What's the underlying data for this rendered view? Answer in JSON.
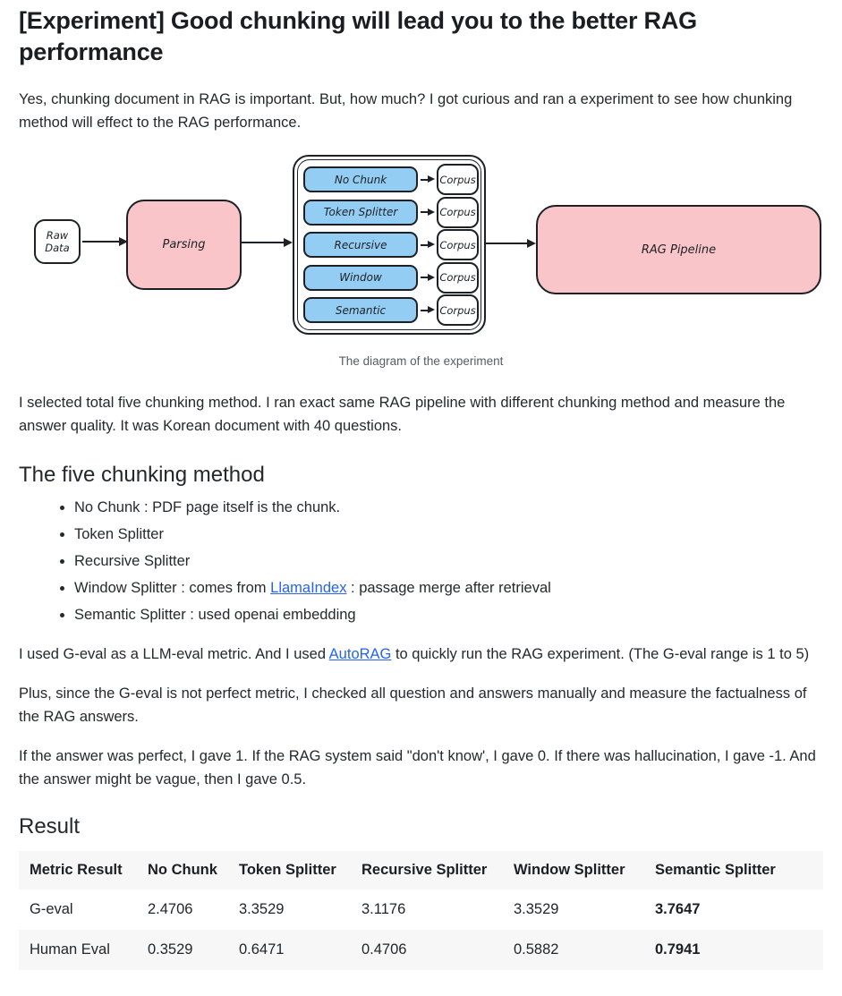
{
  "page": {
    "title": "[Experiment] Good chunking will lead you to the better RAG performance"
  },
  "intro_paragraph": "Yes, chunking document in RAG is important. But, how much? I got curious and ran a experiment to see how chunking method will effect to the RAG performance.",
  "diagram": {
    "raw_data_label": "Raw Data",
    "parsing_label": "Parsing",
    "methods": [
      "No Chunk",
      "Token Splitter",
      "Recursive",
      "Window",
      "Semantic"
    ],
    "corpus_label": "Corpus",
    "rag_label": "RAG Pipeline",
    "caption": "The diagram of the experiment",
    "colors": {
      "method_fill": "#93cdf3",
      "stage_fill": "#f9c5c8",
      "stroke": "#1d2125"
    }
  },
  "selected_paragraph": "I selected total five chunking method. I ran exact same RAG pipeline with different chunking method and measure the answer quality. It was Korean document with 40 questions.",
  "methods_section": {
    "heading": "The five chunking method",
    "items": [
      {
        "pre": "No Chunk : PDF page itself is the chunk.",
        "link": "",
        "post": ""
      },
      {
        "pre": "Token Splitter",
        "link": "",
        "post": ""
      },
      {
        "pre": "Recursive Splitter",
        "link": "",
        "post": ""
      },
      {
        "pre": "Window Splitter : comes from ",
        "link": "LlamaIndex",
        "post": " : passage merge after retrieval"
      },
      {
        "pre": "Semantic Splitter : used openai embedding",
        "link": "",
        "post": ""
      }
    ]
  },
  "eval_paragraph": {
    "pre": "I used G-eval as a LLM-eval metric. And I used ",
    "link": "AutoRAG",
    "post": " to quickly run the RAG experiment. (The G-eval range is 1 to 5)"
  },
  "manual_paragraph": "Plus, since the G-eval is not perfect metric, I checked all question and answers manually and measure the factualness of the RAG answers.",
  "scoring_paragraph": "If the answer was perfect, I gave 1. If the RAG system said \"don't know', I gave 0. If there was hallucination, I gave -1. And the answer might be vague, then I gave 0.5.",
  "result_section": {
    "heading": "Result",
    "table": {
      "headers": [
        "Metric Result",
        "No Chunk",
        "Token Splitter",
        "Recursive Splitter",
        "Window Splitter",
        "Semantic Splitter"
      ],
      "rows": [
        {
          "cells": [
            "G-eval",
            "2.4706",
            "3.3529",
            "3.1176",
            "3.3529",
            "3.7647"
          ]
        },
        {
          "cells": [
            "Human Eval",
            "0.3529",
            "0.6471",
            "0.4706",
            "0.5882",
            "0.7941"
          ]
        }
      ]
    }
  },
  "colors": {
    "link": "#2563eb",
    "table_stripe": "#f7f7f8",
    "body_text": "#25292e",
    "heading_text": "#1a1d21"
  }
}
